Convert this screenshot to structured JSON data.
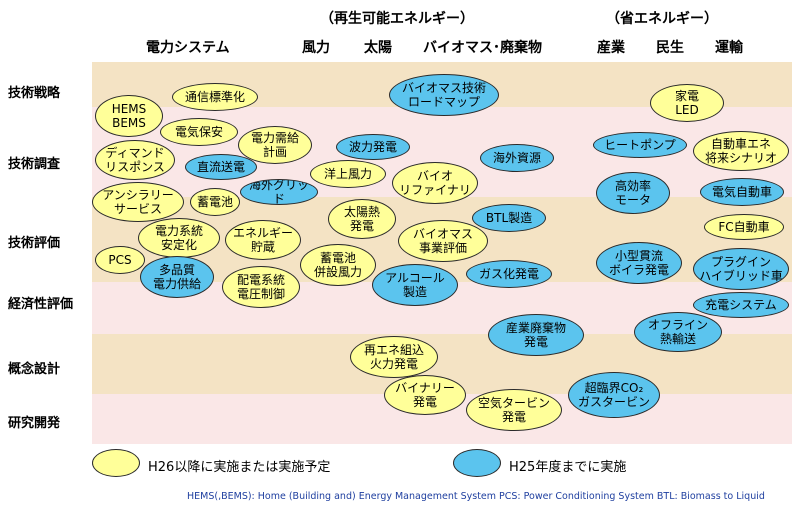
{
  "group_headers": {
    "renewable": "（再生可能エネルギー）",
    "saving": "（省エネルギー）"
  },
  "columns": {
    "power_system": "電力システム",
    "wind": "風力",
    "solar": "太陽",
    "biomass": "バイオマス･廃棄物",
    "industry": "産業",
    "residential": "民生",
    "transport": "運輸"
  },
  "rows": {
    "strategy": "技術戦略",
    "survey": "技術調査",
    "evaluation": "技術評価",
    "economic": "経済性評価",
    "concept": "概念設計",
    "research": "研究開発"
  },
  "bubbles": {
    "hems": "HEMS\nBEMS",
    "tsushin": "通信標準化",
    "denki_hoan": "電気保安",
    "demand": "ディマンド\nリスポンス",
    "juyo": "電力需給\n計画",
    "chokuryu": "直流送電",
    "ancillary": "アンシラリー\nサービス",
    "chikudenchi": "蓄電池",
    "kaigai_grid": "海外グリッド",
    "keito_antei": "電力系統\n安定化",
    "energy_chozo": "エネルギー\n貯蔵",
    "pcs": "PCS",
    "tahinshitsu": "多品質\n電力供給",
    "haiden": "配電系統\n電圧制御",
    "harokuden": "波力発電",
    "yojo_furyoku": "洋上風力",
    "taiyonetsu": "太陽熱\n発電",
    "chikuden_heisetsu": "蓄電池\n併設風力",
    "bio_roadmap": "バイオマス技術\nロードマップ",
    "bio_refinery": "バイオ\nリファイナリ",
    "bio_jigyo": "バイオマス\n事業評価",
    "kaigai_shigen": "海外資源",
    "btl": "BTL製造",
    "alcohol": "アルコール\n製造",
    "gasuka": "ガス化発電",
    "sangyo_haiki": "産業廃棄物\n発電",
    "saiene": "再エネ組込\n火力発電",
    "binary": "バイナリー\n発電",
    "kuki_turbine": "空気タービン\n発電",
    "cho_rinkai": "超臨界CO₂\nガスタービン",
    "kaden_led": "家電\nLED",
    "heat_pump": "ヒートポンプ",
    "jidosha_scenario": "自動車エネ\n将来シナリオ",
    "kokoritsu_motor": "高効率\nモータ",
    "denki_jidosha": "電気自動車",
    "fc_jidosha": "FC自動車",
    "kogata_boiler": "小型貫流\nボイラ発電",
    "plugin": "プラグイン\nハイブリッド車",
    "juden_system": "充電システム",
    "offline_netsu": "オフライン\n熱輸送"
  },
  "legend": {
    "after_h26": "H26以降に実施または実施予定",
    "by_h25": "H25年度までに実施"
  },
  "footnote": "HEMS(,BEMS): Home (Building and) Energy Management System  PCS: Power Conditioning System BTL: Biomass to Liquid",
  "colors": {
    "planned_fill": "#ffff99",
    "done_fill": "#5bc4ee",
    "band_tan": "#f4e3c4",
    "band_pink": "#fae7e7",
    "footnote_text": "#2040a0"
  }
}
